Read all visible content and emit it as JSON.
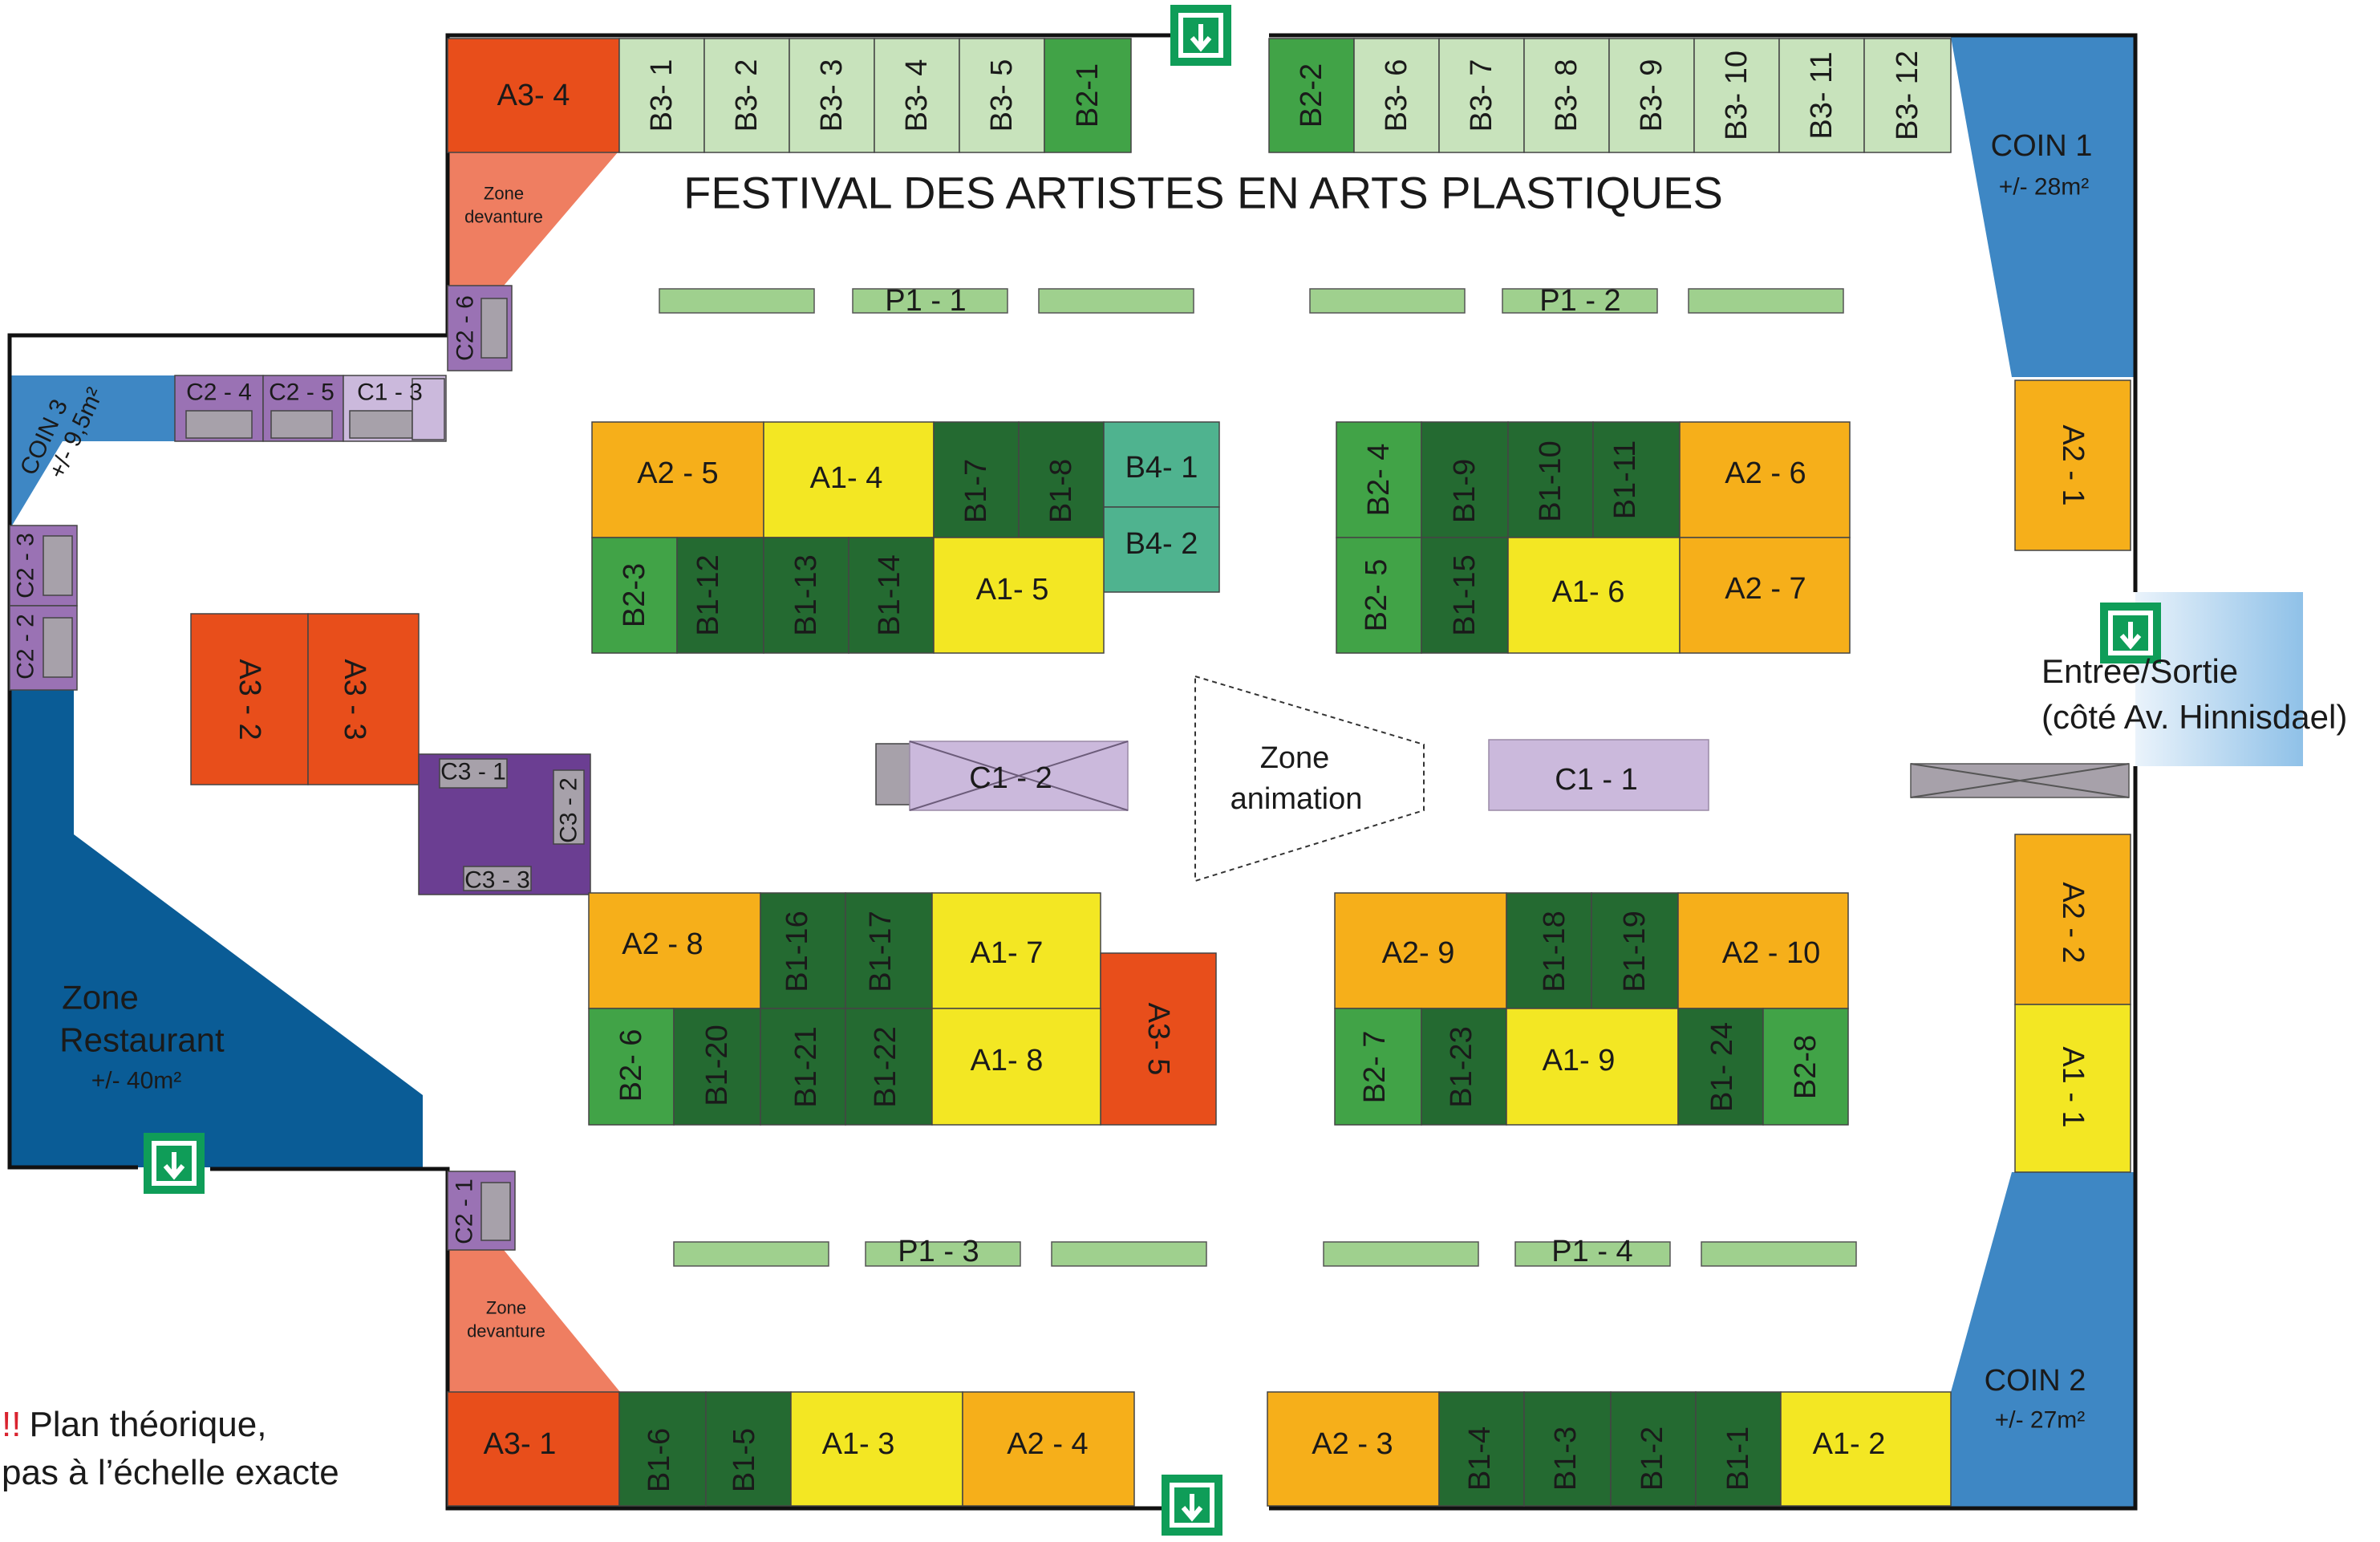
{
  "title": "FESTIVAL DES ARTISTES EN ARTS PLASTIQUES",
  "note": {
    "warning_mark": "!!",
    "line1": "Plan théorique,",
    "line2": "pas à l’échelle exacte"
  },
  "colors": {
    "A1": "#f3e723",
    "A2": "#f6af1a",
    "A3": "#e84e1b",
    "B1": "#246a31",
    "B2": "#41a347",
    "B3": "#c8e3bc",
    "B4": "#4fb38f",
    "P1": "#9fd08e",
    "C1": "#cbb9dc",
    "C2": "#9a72b4",
    "C3": "#6b3e92",
    "coin": "#3e87c4",
    "restaurant": "#0a5c96",
    "devanture": "#ef7e61",
    "exit": "#0f9d58"
  },
  "zones": {
    "coin1": {
      "name": "COIN 1",
      "area": "+/- 28m²"
    },
    "coin2": {
      "name": "COIN 2",
      "area": "+/- 27m²"
    },
    "coin3": {
      "name": "COIN 3",
      "area": "+/- 9,5m²"
    },
    "restaurant": {
      "line1": "Zone",
      "line2": "Restaurant",
      "area": "+/- 40m²"
    },
    "devanture": {
      "line1": "Zone",
      "line2": "devanture"
    },
    "animation": {
      "line1": "Zone",
      "line2": "animation"
    },
    "entrance": {
      "line1": "Entree/Sortie",
      "line2": "(côté Av. Hinnisdael)"
    }
  },
  "exits": {
    "icon": "emergency-exit-icon",
    "count": 4
  },
  "stands": {
    "A3_4": "A3- 4",
    "B3_1": "B3- 1",
    "B3_2": "B3- 2",
    "B3_3": "B3- 3",
    "B3_4": "B3- 4",
    "B3_5": "B3- 5",
    "B2_1": "B2-1",
    "B2_2": "B2-2",
    "B3_6": "B3- 6",
    "B3_7": "B3- 7",
    "B3_8": "B3- 8",
    "B3_9": "B3- 9",
    "B3_10": "B3- 10",
    "B3_11": "B3- 11",
    "B3_12": "B3- 12",
    "P1_1": "P1 - 1",
    "P1_2": "P1 - 2",
    "P1_3": "P1 - 3",
    "P1_4": "P1 - 4",
    "C2_6": "C2 - 6",
    "C2_4": "C2 - 4",
    "C2_5": "C2 - 5",
    "C1_3": "C1 - 3",
    "C2_3": "C2 - 3",
    "C2_2": "C2 - 2",
    "C2_1": "C2 - 1",
    "A2_5": "A2 - 5",
    "A1_4": "A1- 4",
    "B1_7": "B1-7",
    "B1_8": "B1-8",
    "B4_1": "B4- 1",
    "B4_2": "B4- 2",
    "B2_3": "B2-3",
    "B1_12": "B1-12",
    "B1_13": "B1-13",
    "B1_14": "B1-14",
    "A1_5": "A1- 5",
    "B2_4": "B2- 4",
    "B1_9": "B1-9",
    "B1_10": "B1-10",
    "B1_11": "B1-11",
    "A2_6": "A2 - 6",
    "B2_5": "B2- 5",
    "B1_15": "B1-15",
    "A1_6": "A1- 6",
    "A2_7": "A2 - 7",
    "A2_1": "A2 - 1",
    "A3_2": "A3 - 2",
    "A3_3": "A3 - 3",
    "C3_1": "C3 - 1",
    "C3_2": "C3 - 2",
    "C3_3": "C3 - 3",
    "C1_2": "C1 - 2",
    "C1_1": "C1 - 1",
    "A2_8": "A2 - 8",
    "B1_16": "B1-16",
    "B1_17": "B1-17",
    "A1_7": "A1- 7",
    "A3_5": "A3- 5",
    "B2_6": "B2- 6",
    "B1_20": "B1-20",
    "B1_21": "B1-21",
    "B1_22": "B1-22",
    "A1_8": "A1- 8",
    "A2_9": "A2- 9",
    "B1_18": "B1-18",
    "B1_19": "B1-19",
    "A2_10": "A2 - 10",
    "B2_7": "B2- 7",
    "B1_23": "B1-23",
    "A1_9": "A1- 9",
    "B1_24": "B1- 24",
    "B2_8": "B2-8",
    "A2_2": "A2 - 2",
    "A1_1": "A1 - 1",
    "A3_1": "A3- 1",
    "B1_6": "B1-6",
    "B1_5": "B1-5",
    "A1_3": "A1- 3",
    "A2_4": "A2 - 4",
    "A2_3": "A2 - 3",
    "B1_4": "B1-4",
    "B1_3": "B1-3",
    "B1_2": "B1-2",
    "B1_1": "B1-1",
    "A1_2": "A1- 2"
  }
}
